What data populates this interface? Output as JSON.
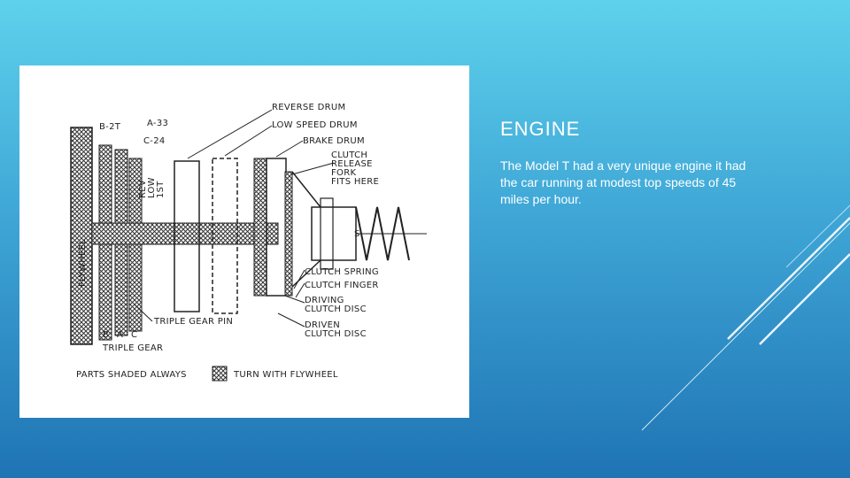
{
  "slide": {
    "title": "ENGINE",
    "body": "The Model T had a very unique engine it had the car running at modest top speeds of 45 miles per hour."
  },
  "diagram": {
    "labels": {
      "b2t": "B-2T",
      "a33": "A-33",
      "c24": "C-24",
      "reverse_drum": "REVERSE DRUM",
      "low_speed_drum": "LOW SPEED DRUM",
      "brake_drum": "BRAKE DRUM",
      "clutch_release_fork": [
        "CLUTCH",
        "RELEASE",
        "FORK",
        "FITS HERE"
      ],
      "flywheel": "FLYWHEEL",
      "rev_low_1st": [
        "REV",
        "LOW",
        "1ST"
      ],
      "s": "S",
      "clutch_spring": "CLUTCH SPRING",
      "clutch_finger": "CLUTCH FINGER",
      "driving_clutch_disc": [
        "DRIVING",
        "CLUTCH DISC"
      ],
      "driven_clutch_disc": [
        "DRIVEN",
        "CLUTCH DISC"
      ],
      "triple_gear_pin": "TRIPLE GEAR PIN",
      "b_a_c": [
        "B",
        "A",
        "C"
      ],
      "triple_gear": "TRIPLE GEAR",
      "parts_shaded_always": "PARTS SHADED ALWAYS",
      "turn_with_flywheel": "TURN WITH FLYWHEEL"
    }
  }
}
